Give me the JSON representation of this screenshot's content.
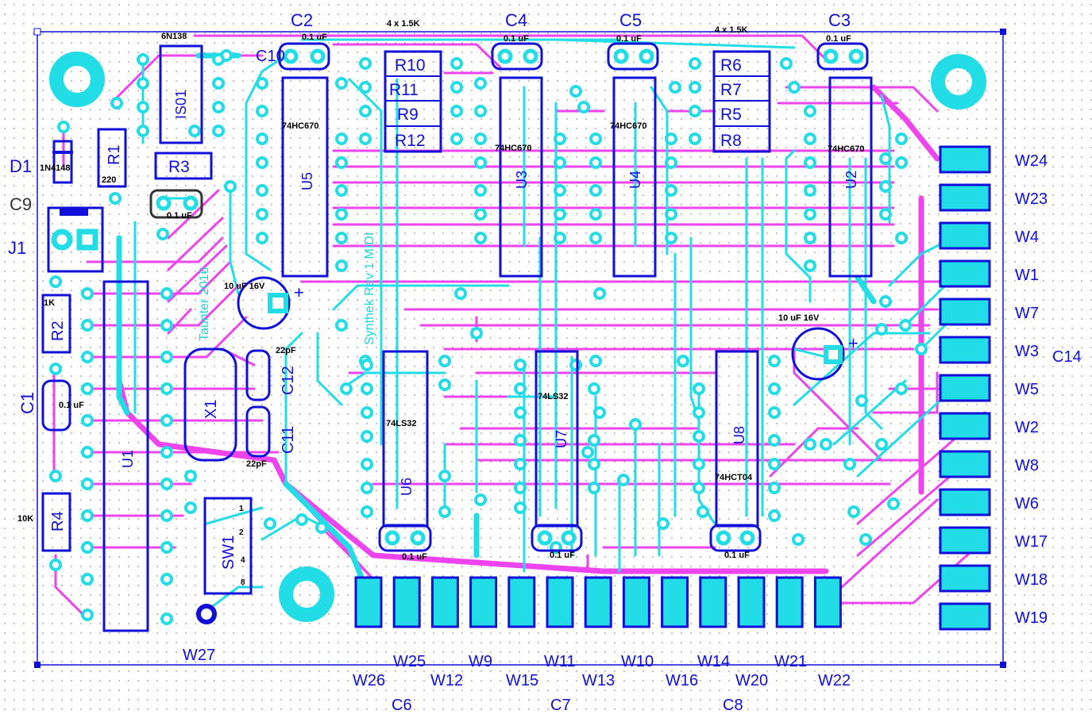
{
  "board": {
    "colors": {
      "bottom_copper": "#ee44ee",
      "top_copper": "#22dde6",
      "silkscreen": "#1010d8",
      "background": "#ffffff"
    },
    "silk_text": {
      "rev": "Synthek Rev 1 MIDI",
      "author": "Taunter 2016"
    },
    "header_labels": {
      "c2": "C2",
      "c4": "C4",
      "c5": "C5",
      "c3": "C3",
      "res_a": "4 x 1.5K",
      "res_b": "4 x 1.5K",
      "opto": "6N138"
    },
    "chips": [
      {
        "ref": "U5",
        "part": "74HC670"
      },
      {
        "ref": "U3",
        "part": "74HC670"
      },
      {
        "ref": "U4",
        "part": "74HC670"
      },
      {
        "ref": "U2",
        "part": "74HC670"
      },
      {
        "ref": "U6",
        "part": "74LS32"
      },
      {
        "ref": "U7",
        "part": "74LS32"
      },
      {
        "ref": "U8",
        "part": "74HCT04"
      },
      {
        "ref": "U1",
        "part": ""
      },
      {
        "ref": "IS01",
        "part": ""
      }
    ],
    "resistor_packs": {
      "left": [
        "R10",
        "R11",
        "R9",
        "R12"
      ],
      "right": [
        "R6",
        "R7",
        "R5",
        "R8"
      ]
    },
    "components": {
      "d1": "D1",
      "d1_part": "1N4148",
      "r1": "R1",
      "r1_value": "220",
      "r3": "R3",
      "c9": "C9",
      "c9_value": "0.1 uF",
      "j1": "J1",
      "r2": "R2",
      "r2_value": "1K",
      "c1": "C1",
      "c1_value": "0.1 uF",
      "r4": "R4",
      "r4_value": "10K",
      "x1": "X1",
      "c12": "C12",
      "c12_value": "22pF",
      "c11": "C11",
      "c11_value": "22pF",
      "c10": "C10",
      "c10_value": "10 uF 16V",
      "c14": "C14",
      "c14_value": "10 uF 16V",
      "sw1": "SW1",
      "sw1_pins": [
        "1",
        "2",
        "4",
        "8"
      ],
      "w27": "W27",
      "c6": "C6",
      "c6_value": "0.1 uF",
      "c7": "C7",
      "c7_value": "0.1 uF",
      "c8": "C8",
      "c8_value": "0.1 uF",
      "c2_value": "0.1 uF",
      "c4_value": "0.1 uF",
      "c5_value": "0.1 uF",
      "c3_value": "0.1 uF"
    },
    "right_pads": [
      "W24",
      "W23",
      "W4",
      "W1",
      "W7",
      "W3",
      "W5",
      "W2",
      "W8",
      "W6",
      "W17",
      "W18",
      "W19"
    ],
    "bottom_pads_upper": [
      "W25",
      "W9",
      "W11",
      "W10",
      "W14",
      "W21"
    ],
    "bottom_pads_lower": [
      "W26",
      "W12",
      "W15",
      "W13",
      "W16",
      "W20",
      "W22"
    ]
  }
}
